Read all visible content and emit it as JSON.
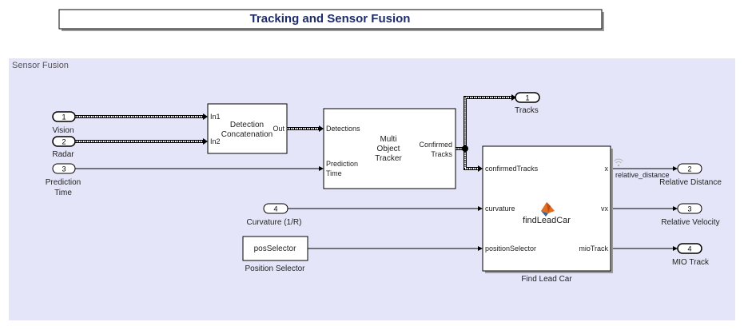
{
  "title": "Tracking and Sensor Fusion",
  "area": {
    "label": "Sensor Fusion"
  },
  "inports": [
    {
      "number": "1",
      "name": "Vision"
    },
    {
      "number": "2",
      "name": "Radar"
    },
    {
      "number": "3",
      "name_line1": "Prediction",
      "name_line2": "Time"
    },
    {
      "number": "4",
      "name": "Curvature (1/R)"
    }
  ],
  "outports": [
    {
      "number": "1",
      "name": "Tracks"
    },
    {
      "number": "2",
      "name": "Relative Distance"
    },
    {
      "number": "3",
      "name": "Relative Velocity"
    },
    {
      "number": "4",
      "name": "MIO Track"
    }
  ],
  "blocks": {
    "detection_concatenation": {
      "line1": "Detection",
      "line2": "Concatenation",
      "in1": "In1",
      "in2": "In2",
      "out": "Out"
    },
    "multi_object_tracker": {
      "line1": "Multi",
      "line2": "Object",
      "line3": "Tracker",
      "in_detections": "Detections",
      "in_prediction_line1": "Prediction",
      "in_prediction_line2": "Time",
      "out_line1": "Confirmed",
      "out_line2": "Tracks"
    },
    "find_lead_car": {
      "function_name": "findLeadCar",
      "caption": "Find Lead Car",
      "in_confirmed_tracks": "confirmedTracks",
      "in_curvature": "curvature",
      "in_position_selector": "positionSelector",
      "out_x": "x",
      "out_vx": "vx",
      "out_mio": "mioTrack"
    },
    "position_selector": {
      "text": "posSelector",
      "caption": "Position Selector"
    }
  },
  "signals": {
    "relative_distance_label": "relative_distance"
  },
  "icons": [
    "matlab-function-icon",
    "signal-logging-icon"
  ],
  "colors": {
    "area_fill": "#e5e5fa",
    "title_text": "#1d2c6b",
    "matlab_icon": "#e0701f"
  }
}
